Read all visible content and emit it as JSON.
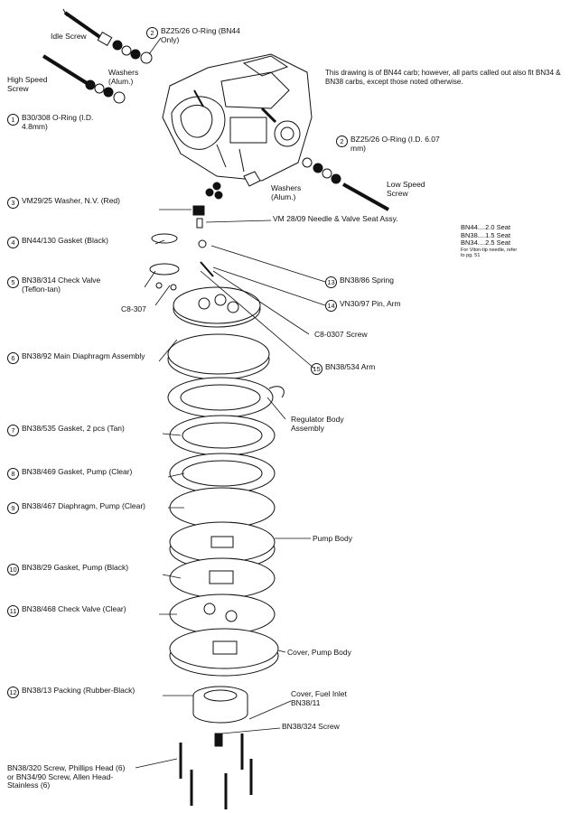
{
  "note": "This drawing is of BN44 carb; however, all parts called out also fit BN34 & BN38 carbs, except those noted otherwise.",
  "labels": {
    "idle_screw": "Idle Screw",
    "high_speed_screw": "High Speed Screw",
    "washers_top": "Washers (Alum.)",
    "oring_top_num": "2",
    "oring_top": "BZ25/26 O-Ring (BN44 Only)",
    "oring_1_num": "1",
    "oring_1": "B30/308 O-Ring (I.D. 4.8mm)",
    "oring_right_num": "2",
    "oring_right": "BZ25/26 O-Ring (I.D. 6.07 mm)",
    "washers_right": "Washers (Alum.)",
    "low_speed_screw": "Low Speed Screw",
    "washer_nv_num": "3",
    "washer_nv": "VM29/25 Washer, N.V. (Red)",
    "needle_valve": "VM 28/09 Needle & Valve Seat Assy.",
    "gasket_black_num": "4",
    "gasket_black": "BN44/130 Gasket (Black)",
    "check_valve_num": "5",
    "check_valve": "BN38/314 Check Valve (Teflon-tan)",
    "c8_307": "C8-307",
    "spring_num": "13",
    "spring": "BN38/86 Spring",
    "pin_arm_num": "14",
    "pin_arm": "VN30/97 Pin, Arm",
    "c8_0307_screw": "C8-0307 Screw",
    "main_diaphragm_num": "6",
    "main_diaphragm": "BN38/92 Main Diaphragm Assembly",
    "arm_num": "15",
    "arm": "BN38/534 Arm",
    "regulator": "Regulator Body Assembly",
    "gasket_2pcs_num": "7",
    "gasket_2pcs": "BN38/535 Gasket, 2 pcs (Tan)",
    "gasket_pump_num": "8",
    "gasket_pump": "BN38/469 Gasket, Pump (Clear)",
    "diaphragm_pump_num": "9",
    "diaphragm_pump": "BN38/467 Diaphragm, Pump (Clear)",
    "pump_body": "Pump Body",
    "gasket_pump_black_num": "10",
    "gasket_pump_black": "BN38/29 Gasket, Pump (Black)",
    "check_valve_clear_num": "11",
    "check_valve_clear": "BN38/468 Check Valve (Clear)",
    "cover_pump_body": "Cover, Pump Body",
    "packing_num": "12",
    "packing": "BN38/13 Packing (Rubber-Black)",
    "cover_fuel_inlet": "Cover, Fuel Inlet BN38/11",
    "screw_324": "BN38/324 Screw",
    "screws_bottom": "BN38/320 Screw, Phillips Head (6) or BN34/90 Screw, Allen Head-Stainless (6)"
  },
  "seat_table": {
    "rows": [
      "BN44....2.0 Seat",
      "BN38....1.5 Seat",
      "BN34....2.5 Seat"
    ],
    "footnote": "For Viton-tip needle, refer to pg. 51"
  }
}
